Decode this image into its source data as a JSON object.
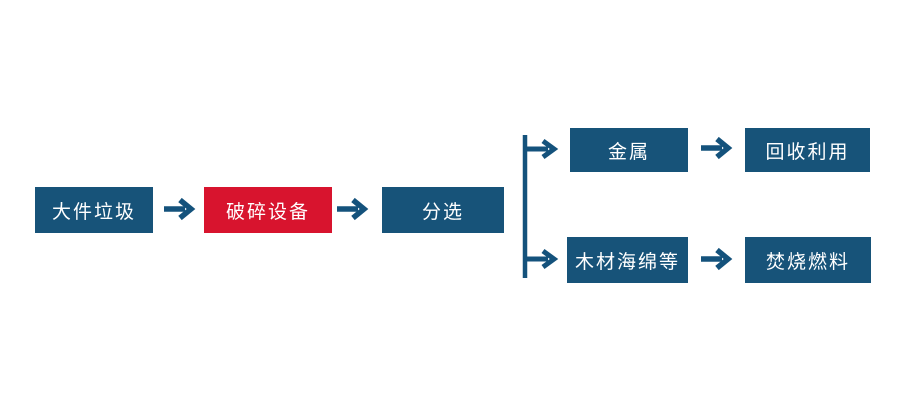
{
  "diagram_type": "flowchart",
  "title": "",
  "colors": {
    "node_blue": "#175379",
    "node_red": "#d8142e",
    "arrow_blue": "#14527c",
    "node_text": "#ffffff",
    "background": "#ffffff"
  },
  "icons": {
    "flow_arrow": "→",
    "branch_connector": "vertical-line-with-two-right-arrows"
  },
  "nodes": {
    "bulky_waste": {
      "label": "大件垃圾",
      "color": "#175379"
    },
    "crushing_equipment": {
      "label": "破碎设备",
      "color": "#d8142e"
    },
    "sorting": {
      "label": "分选",
      "color": "#175379"
    },
    "metal": {
      "label": "金属",
      "color": "#175379"
    },
    "recycling": {
      "label": "回收利用",
      "color": "#175379"
    },
    "wood_sponge": {
      "label": "木材海绵等",
      "color": "#175379"
    },
    "incineration_fuel": {
      "label": "焚烧燃料",
      "color": "#175379"
    }
  },
  "flow": [
    {
      "from": "大件垃圾",
      "to": "破碎设备"
    },
    {
      "from": "破碎设备",
      "to": "分选"
    },
    {
      "from": "分选",
      "to": "金属"
    },
    {
      "from": "分选",
      "to": "木材海绵等"
    },
    {
      "from": "金属",
      "to": "回收利用"
    },
    {
      "from": "木材海绵等",
      "to": "焚烧燃料"
    }
  ]
}
